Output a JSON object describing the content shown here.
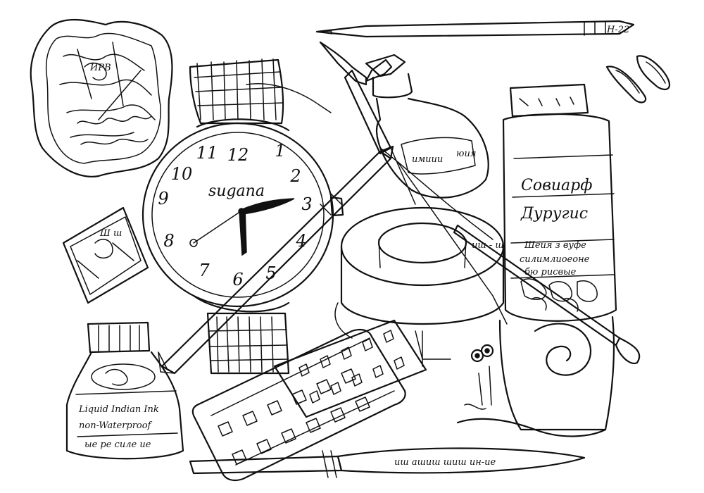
{
  "dial": {
    "brand": "sugana",
    "numerals": [
      "12",
      "1",
      "2",
      "3",
      "4",
      "5",
      "6",
      "7",
      "8",
      "9",
      "10",
      "11"
    ]
  },
  "can": {
    "title_line1": "Совиарф",
    "title_line2": "Дуругис",
    "small_line1": "Шеия з вуфе",
    "small_line2": "силимлиоеоне",
    "small_line3": "бю рисвые"
  },
  "ink_bottle": {
    "line1": "Liquid Indian Ink",
    "line2": "non-Waterproof",
    "line3": "ые ре силе ие"
  },
  "dropper_bottle": {
    "label": "имиии",
    "label_small": "юия"
  },
  "pencil": {
    "tag": "H-22"
  },
  "wrapper": {
    "tag": "ИРВ"
  },
  "knife": {
    "blade_text": "иш ашиш шиш ин-ие"
  },
  "stamp": {
    "text": "Ш ш"
  },
  "brush": {
    "handle_text": "иш - ш"
  }
}
